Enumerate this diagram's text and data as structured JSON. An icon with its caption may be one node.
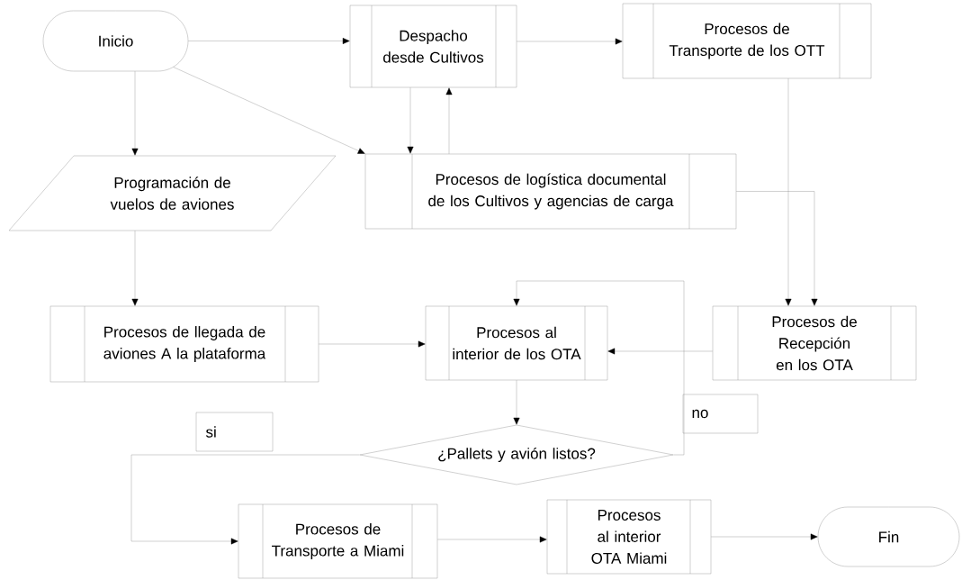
{
  "diagram": {
    "nodes": [
      {
        "text": [
          "Inicio"
        ]
      },
      {
        "text": [
          "Despacho desde Cultivos"
        ]
      },
      {
        "text": [
          "Procesos de Transporte de los OTT"
        ]
      },
      {
        "text": [
          "Programación de vuelos de aviones"
        ]
      },
      {
        "text": [
          "Procesos de logística documental de los Cultivos y agencias de carga"
        ]
      },
      {
        "text": [
          "Procesos de llegada de aviones A la plataforma"
        ]
      },
      {
        "text": [
          "Procesos al interior de los OTA"
        ]
      },
      {
        "text": [
          "Procesos de Recepción en los OTA"
        ]
      },
      {
        "text": [
          "no"
        ]
      },
      {
        "text": [
          "si"
        ]
      },
      {
        "text": [
          "¿Pallets y avión listos?"
        ]
      },
      {
        "text": [
          "Procesos de Transporte a Miami"
        ]
      },
      {
        "text": [
          "Procesos al interior OTA Miami"
        ]
      },
      {
        "text": [
          "Fin"
        ]
      }
    ],
    "edges": [
      {
        "from": 0,
        "to": 1,
        "arrow": "to"
      },
      {
        "from": 0,
        "to": 3,
        "arrow": "to"
      },
      {
        "from": 0,
        "to": 4,
        "arrow": "to"
      },
      {
        "from": 1,
        "to": 4,
        "arrow": "to"
      },
      {
        "from": 4,
        "to": 1,
        "arrow": "to"
      },
      {
        "from": 1,
        "to": 2,
        "arrow": "to"
      },
      {
        "from": 2,
        "to": 7,
        "arrow": "to"
      },
      {
        "from": 4,
        "to": 7,
        "arrow": "to"
      },
      {
        "from": 3,
        "to": 5,
        "arrow": "to"
      },
      {
        "from": 5,
        "to": 6,
        "arrow": "to"
      },
      {
        "from": 7,
        "to": 6,
        "arrow": "to"
      },
      {
        "from": 6,
        "to": 10,
        "arrow": "to"
      },
      {
        "from": 10,
        "to": 6,
        "arrow": "to"
      },
      {
        "from": 10,
        "to": 11,
        "arrow": "to"
      },
      {
        "from": 11,
        "to": 12,
        "arrow": "to"
      },
      {
        "from": 12,
        "to": 13,
        "arrow": "to"
      }
    ]
  }
}
